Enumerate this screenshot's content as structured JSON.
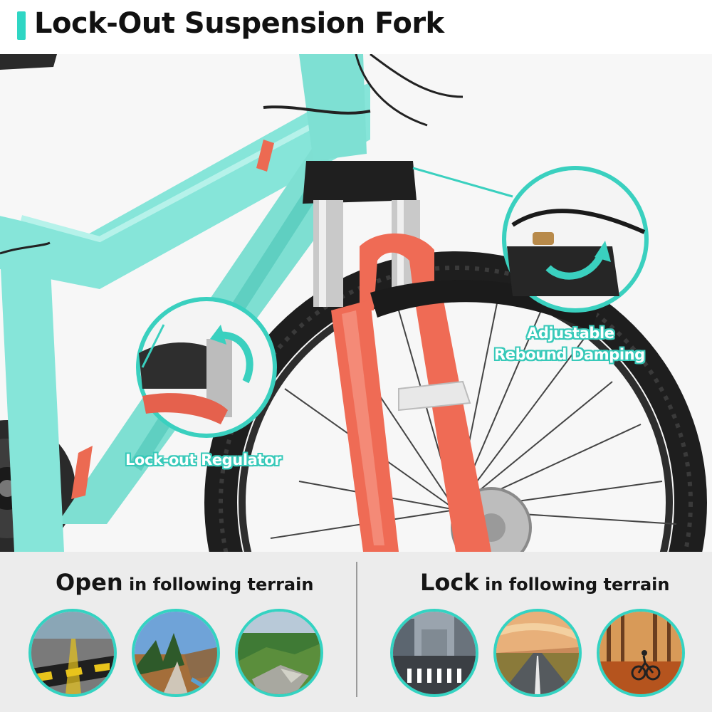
{
  "header": {
    "title": "Lock-Out Suspension Fork",
    "accent_color": "#2fd6c4"
  },
  "callouts": {
    "lockout_regulator": "Lock-out Regulator",
    "rebound_line1": "Adjustable",
    "rebound_line2": "Rebound Damping",
    "outline_color": "#37c9b9"
  },
  "terrain": {
    "open": {
      "keyword": "Open",
      "suffix": " in following terrain",
      "images": [
        "speed-bump-icon",
        "forest-trail-icon",
        "rocky-hill-icon"
      ]
    },
    "lock": {
      "keyword": "Lock",
      "suffix": " in following terrain",
      "images": [
        "city-street-icon",
        "open-road-icon",
        "autumn-forest-icon"
      ]
    }
  },
  "colors": {
    "frame": "#7fe3d6",
    "fork": "#ef6b55",
    "tire": "#222222"
  }
}
